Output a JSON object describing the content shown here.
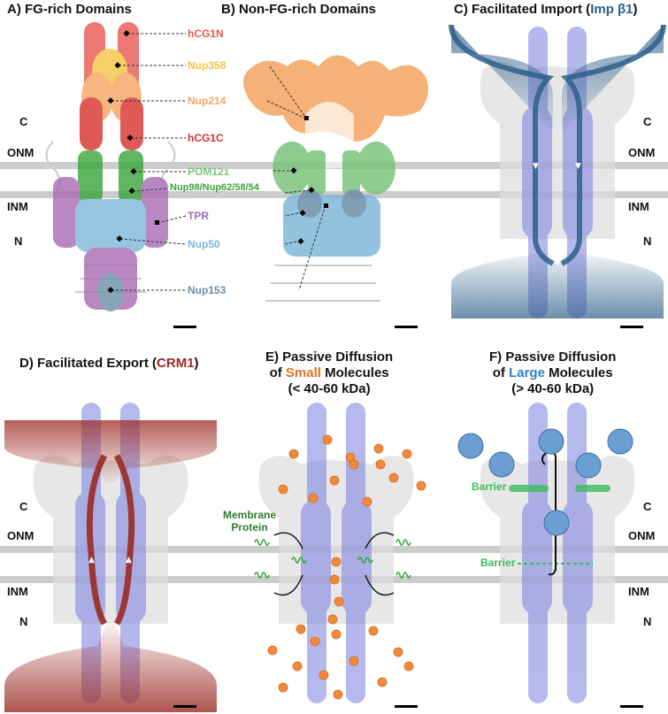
{
  "panels": {
    "a": {
      "title": "A) FG-rich Domains"
    },
    "b": {
      "title": "B) Non-FG-rich Domains"
    },
    "c": {
      "title_pre": "C) Facilitated Import (",
      "title_hl": "Imp β1",
      "title_post": ")"
    },
    "d": {
      "title_pre": "D) Facilitated Export (",
      "title_hl": "CRM1",
      "title_post": ")"
    },
    "e": {
      "title_l1": "E) Passive Diffusion",
      "title_l2_pre": "of ",
      "title_l2_hl": "Small",
      "title_l2_post": " Molecules",
      "title_l3": "(< 40-60 kDa)"
    },
    "f": {
      "title_l1": "F) Passive Diffusion",
      "title_l2_pre": "of ",
      "title_l2_hl": "Large",
      "title_l2_post": " Molecules",
      "title_l3": "(> 40-60 kDa)"
    }
  },
  "compartments": {
    "c": "C",
    "onm": "ONM",
    "inm": "INM",
    "n": "N"
  },
  "nups": {
    "hcg1n": "hCG1N",
    "nup358": "Nup358",
    "nup214": "Nup214",
    "hcg1c": "hCG1C",
    "pom121": "POM121",
    "nup98": "Nup98/Nup62/58/54",
    "tpr": "TPR",
    "nup50": "Nup50",
    "nup153": "Nup153"
  },
  "labels": {
    "membrane_protein_l1": "Membrane",
    "membrane_protein_l2": "Protein",
    "barrier": "Barrier"
  },
  "colors": {
    "hcg1n": "#e8584f",
    "nup358": "#f5c542",
    "nup214": "#f4a460",
    "hcg1c": "#d93030",
    "pom121": "#7cc47c",
    "nup98": "#3aa53a",
    "tpr": "#a86bb5",
    "nup50": "#7fb8d9",
    "nup153": "#6c8fa8",
    "import": "#2d5f8a",
    "export": "#9b2a22",
    "small": "#f28a3c",
    "large": "#6b9fd4",
    "barrier": "#3dbb5a"
  }
}
